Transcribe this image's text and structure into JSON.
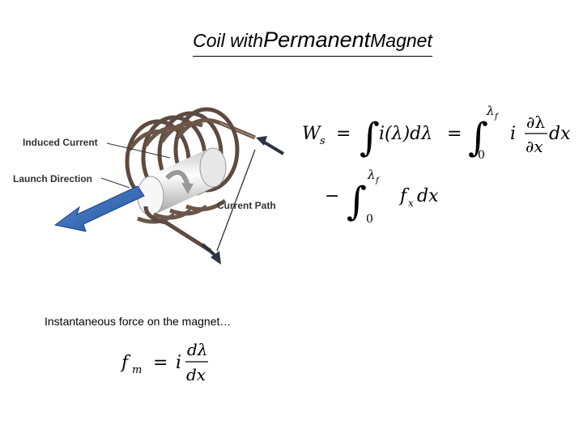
{
  "slide": {
    "title_part1": "Coil with ",
    "title_part2": "Permanent",
    "title_part3": " Magnet",
    "caption": "Instantaneous force on the magnet…"
  },
  "figure": {
    "label_induced": "Induced Current",
    "label_launch": "Launch Direction",
    "label_path": "Current Path"
  },
  "equations": {
    "eq1_W": "W",
    "eq1_s": "s",
    "eq1_eq": "=",
    "eq1_i": "i(λ)dλ",
    "eq1_eq2": "=",
    "eq1_lf": "λ",
    "eq1_f": "f",
    "eq1_zero": "0",
    "eq1_i2": "i",
    "eq1_num": "∂λ",
    "eq1_den": "∂x",
    "eq1_dx": "dx",
    "eq2_minus": "−",
    "eq2_lf": "λ",
    "eq2_f": "f",
    "eq2_zero": "0",
    "eq2_body": "f",
    "eq2_sub": "x",
    "eq2_dx": "dx",
    "eq3_f": "f",
    "eq3_sub": "m",
    "eq3_eq": "=",
    "eq3_i": "i",
    "eq3_num": "dλ",
    "eq3_den": "dx"
  }
}
